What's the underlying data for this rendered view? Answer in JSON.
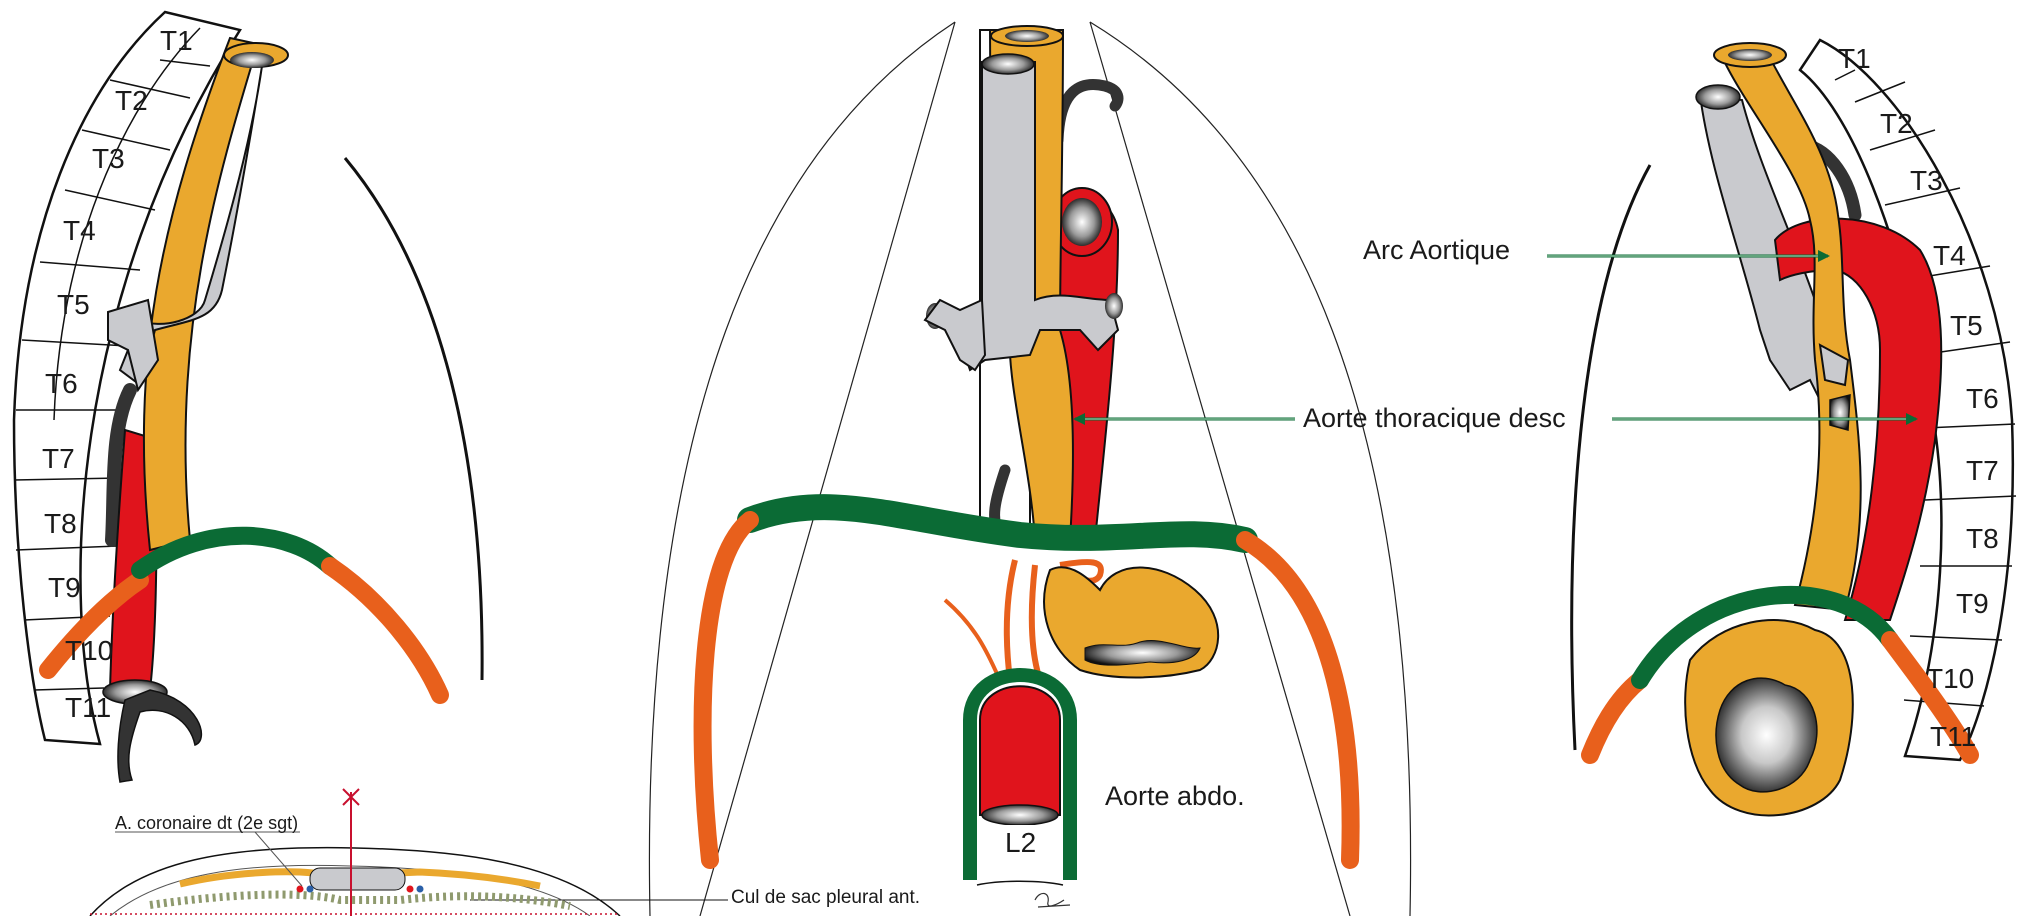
{
  "left_view": {
    "vertebrae": [
      "T1",
      "T2",
      "T3",
      "T4",
      "T5",
      "T6",
      "T7",
      "T8",
      "T9",
      "T10",
      "T11"
    ]
  },
  "center_view": {
    "aorte_abdo_label": "Aorte abdo.",
    "l2_label": "L2",
    "cul_de_sac_label": "Cul de sac pleural ant."
  },
  "right_view": {
    "vertebrae": [
      "T1",
      "T2",
      "T3",
      "T4",
      "T5",
      "T6",
      "T7",
      "T8",
      "T9",
      "T10",
      "T11"
    ],
    "arc_aortique_label": "Arc Aortique",
    "aorte_thoracique_label": "Aorte thoracique desc"
  },
  "inset": {
    "coronaire_label": "A. coronaire dt (2e sgt)"
  },
  "colors": {
    "aorta": "#e0141c",
    "esophagus": "#eaa82e",
    "trachea": "#c9cace",
    "diaphragm": "#0b6b35",
    "diaphragm_edge": "#e8601c",
    "vein": "#333333"
  }
}
